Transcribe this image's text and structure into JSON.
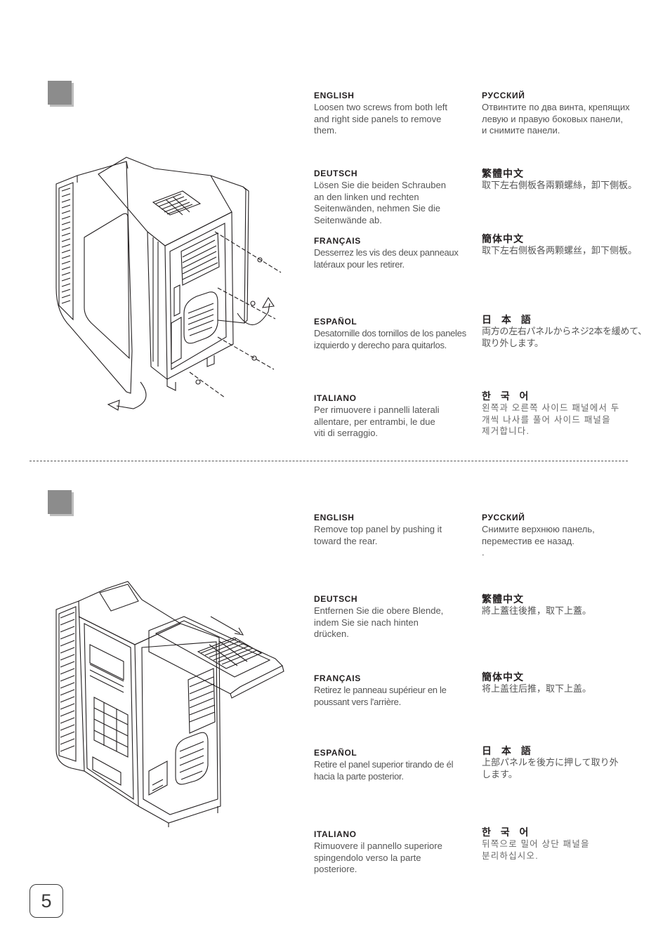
{
  "page_number": "5",
  "steps": [
    {
      "instructions": {
        "en": {
          "lang": "ENGLISH",
          "text": "Loosen two screws from both left\nand right side panels to remove\nthem."
        },
        "ru": {
          "lang": "РУССКИЙ",
          "text": "Отвинтите по два винта, крепящих\nлевую и правую боковых панели,\nи снимите панели."
        },
        "de": {
          "lang": "DEUTSCH",
          "text": "Lösen Sie die beiden Schrauben\nan den linken und rechten\nSeitenwänden, nehmen Sie die\nSeitenwände ab."
        },
        "zh_tw": {
          "lang": "繁體中文",
          "text": "取下左右側板各兩顆螺絲，卸下側板。"
        },
        "fr": {
          "lang": "FRANÇAIS",
          "text": "Desserrez les vis des deux panneaux\nlatéraux pour les retirer."
        },
        "zh_cn": {
          "lang": "簡体中文",
          "text": "取下左右侧板各两颗螺丝，卸下侧板。"
        },
        "es": {
          "lang": "ESPAÑOL",
          "text": "Desatornille dos tornillos de los paneles\nizquierdo y derecho para quitarlos."
        },
        "ja": {
          "lang": "日 本 語",
          "text": "両方の左右パネルからネジ2本を緩めて、\n取り外します。"
        },
        "it": {
          "lang": "ITALIANO",
          "text": "Per rimuovere i pannelli laterali\nallentare, per entrambi, le due\nviti di serraggio."
        },
        "ko": {
          "lang": "한 국 어",
          "text": "왼쪽과 오른쪽 사이드 패널에서 두\n개씩 나사를 풀어 사이드 패널을\n제거합니다."
        }
      }
    },
    {
      "instructions": {
        "en": {
          "lang": "ENGLISH",
          "text": "Remove top panel by pushing it\ntoward the rear."
        },
        "ru": {
          "lang": "РУССКИЙ",
          "text": "Снимите верхнюю панель,\nпереместив ее назад.\n                  ."
        },
        "de": {
          "lang": "DEUTSCH",
          "text": "Entfernen Sie die obere Blende,\nindem Sie sie nach hinten\ndrücken."
        },
        "zh_tw": {
          "lang": "繁體中文",
          "text": "將上蓋往後推，取下上蓋。"
        },
        "fr": {
          "lang": "FRANÇAIS",
          "text": "Retirez le panneau supérieur en le\npoussant vers l'arrière."
        },
        "zh_cn": {
          "lang": "簡体中文",
          "text": "将上盖往后推，取下上盖。"
        },
        "es": {
          "lang": "ESPAÑOL",
          "text": "Retire el panel superior tirando de él\nhacia la parte posterior."
        },
        "ja": {
          "lang": "日 本 語",
          "text": "上部パネルを後方に押して取り外\nします。"
        },
        "it": {
          "lang": "ITALIANO",
          "text": "Rimuovere il pannello superiore\nspingendolo verso la parte\nposteriore."
        },
        "ko": {
          "lang": "한 국 어",
          "text": "뒤쪽으로 밀어 상단 패널을\n분리하십시오."
        }
      }
    }
  ]
}
